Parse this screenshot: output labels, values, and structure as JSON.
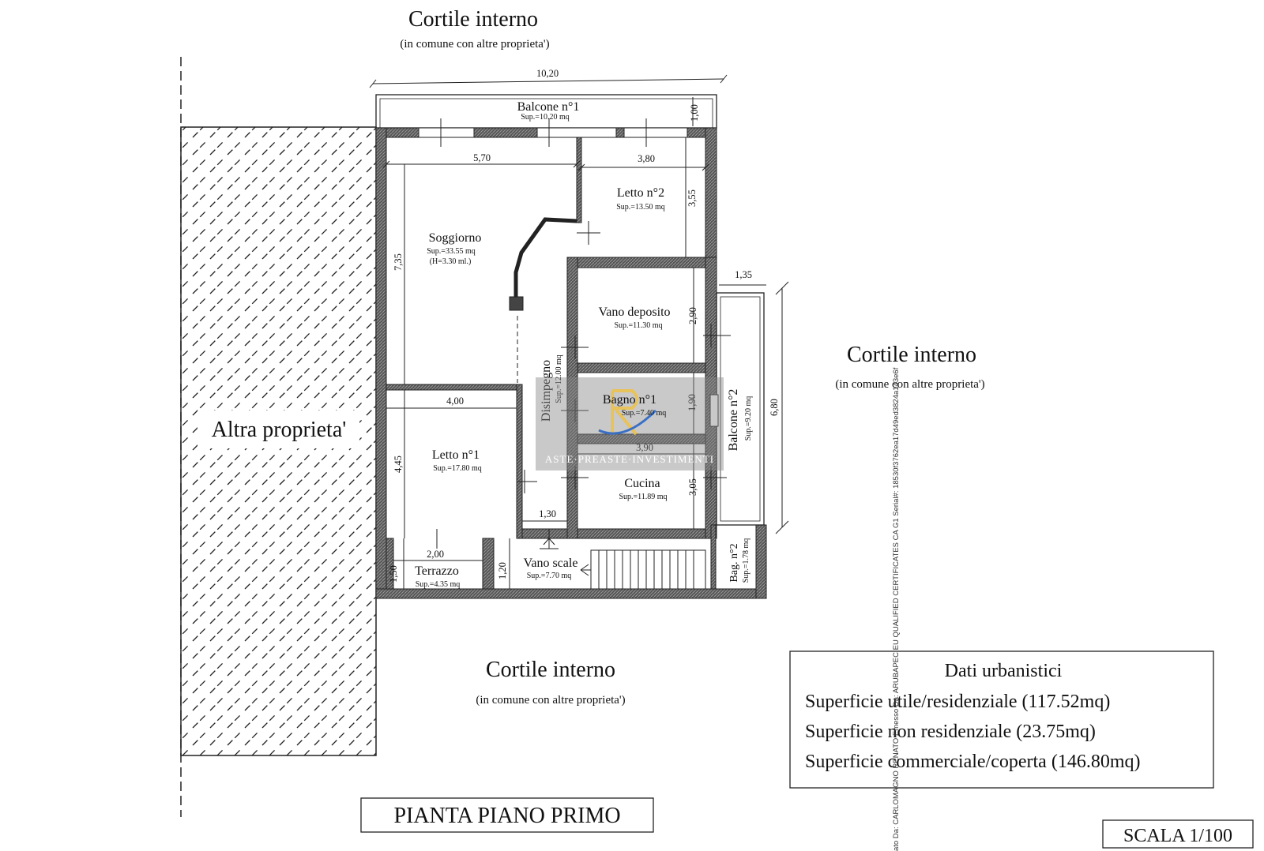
{
  "courtyards": {
    "top": {
      "title": "Cortile interno",
      "note": "(in comune con altre proprieta')"
    },
    "right": {
      "title": "Cortile interno",
      "note": "(in comune con altre proprieta')"
    },
    "bottom": {
      "title": "Cortile interno",
      "note": "(in comune con altre proprieta')"
    }
  },
  "other_property": "Altra proprieta'",
  "rooms": {
    "balcone1": {
      "name": "Balcone n°1",
      "area": "Sup.=10.20 mq"
    },
    "soggiorno": {
      "name": "Soggiorno",
      "area": "Sup.=33.55 mq",
      "height": "(H=3.30 ml.)"
    },
    "letto2": {
      "name": "Letto n°2",
      "area": "Sup.=13.50 mq"
    },
    "vano_deposito": {
      "name": "Vano deposito",
      "area": "Sup.=11.30 mq"
    },
    "disimpegno": {
      "name": "Disimpegno",
      "area": "Sup.=12.00 mq"
    },
    "bagno1": {
      "name": "Bagno n°1",
      "area": "Sup.=7.40 mq"
    },
    "letto1": {
      "name": "Letto n°1",
      "area": "Sup.=17.80 mq"
    },
    "cucina": {
      "name": "Cucina",
      "area": "Sup.=11.89 mq"
    },
    "balcone2": {
      "name": "Balcone n°2",
      "area": "Sup.=9.20 mq"
    },
    "terrazzo": {
      "name": "Terrazzo",
      "area": "Sup.=4.35 mq"
    },
    "vano_scale": {
      "name": "Vano scale",
      "area": "Sup.=7.70 mq"
    },
    "bagno2": {
      "name": "Bag. n°2",
      "area": "Sup.=1.78 mq"
    }
  },
  "dimensions": {
    "total_width": "10,20",
    "balcone1_depth": "1,00",
    "soggiorno_width": "5,70",
    "letto2_width": "3,80",
    "letto2_depth": "3,55",
    "soggiorno_depth": "7,35",
    "balcone2_width": "1,35",
    "deposito_depth": "2,90",
    "balcone2_length": "6,80",
    "letto1_width": "4,00",
    "bagno1_depth": "1,90",
    "cucina_width": "3,90",
    "letto1_depth": "4,45",
    "cucina_depth": "3,05",
    "disimpegno_width": "1,30",
    "terrazzo_width": "2,00",
    "terrazzo_depth": "1,50",
    "scale_depth": "1,20"
  },
  "urban_data": {
    "title": "Dati urbanistici",
    "lines": [
      "Superficie utile/residenziale (117.52mq)",
      "Superficie non residenziale (23.75mq)",
      "Superficie commerciale/coperta (146.80mq)"
    ]
  },
  "plan_title": "PIANTA PIANO PRIMO",
  "scale": "SCALA 1/100",
  "watermark": "ASTE·PREASTE·INVESTIMENTI",
  "signature": "ato Da: CARLOMAGNO RENATO Emesso Da: ARUBAPEC EU QUALIFIED CERTIFICATES CA G1 Serial#: 18530f3762ea17d49ed3824a143e6f"
}
